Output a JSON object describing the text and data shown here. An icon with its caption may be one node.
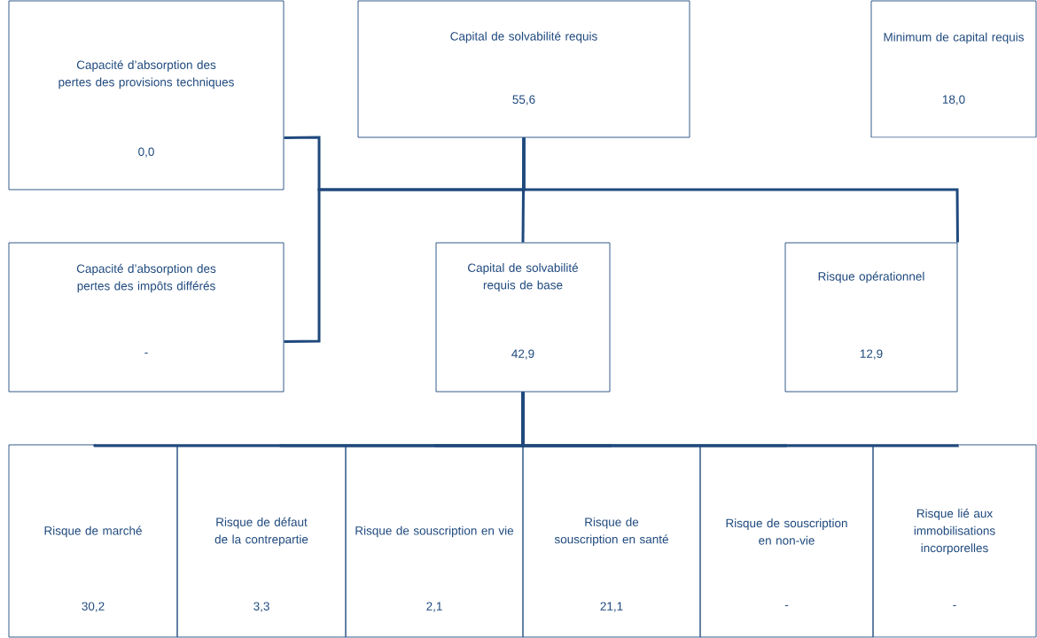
{
  "diagram": {
    "nodes": [
      {
        "text": [
          "Capacité d’absorption des pertes des provisions techniques",
          "0,0"
        ]
      },
      {
        "text": [
          "Capital de solvabilité requis",
          "55,6"
        ]
      },
      {
        "text": [
          "Minimum de capital requis",
          "18,0"
        ]
      },
      {
        "text": [
          "Capacité d’absorption des pertes des impôts différés",
          "-"
        ]
      },
      {
        "text": [
          "Capital de solvabilité requis de base",
          "42,9"
        ]
      },
      {
        "text": [
          "Risque opérationnel",
          "12,9"
        ]
      },
      {
        "text": [
          "Risque de marché",
          "30,2"
        ]
      },
      {
        "text": [
          "Risque de défaut de la contrepartie",
          "3,3"
        ]
      },
      {
        "text": [
          "Risque de souscription en vie",
          "2,1"
        ]
      },
      {
        "text": [
          "Risque de souscription en santé",
          "21,1"
        ]
      },
      {
        "text": [
          "Risque de souscription en non-vie",
          "-"
        ]
      },
      {
        "text": [
          "Risque lié aux immobilisations incorporelles",
          "-"
        ]
      }
    ],
    "edges": [
      {
        "from": 1,
        "to": 4,
        "arrow": "none"
      },
      {
        "from": 1,
        "to": 5,
        "arrow": "none"
      },
      {
        "from": 1,
        "to": 0,
        "arrow": "none"
      },
      {
        "from": 1,
        "to": 3,
        "arrow": "none"
      },
      {
        "from": 4,
        "to": 6,
        "arrow": "none"
      },
      {
        "from": 4,
        "to": 7,
        "arrow": "none"
      },
      {
        "from": 4,
        "to": 8,
        "arrow": "none"
      },
      {
        "from": 4,
        "to": 9,
        "arrow": "none"
      },
      {
        "from": 4,
        "to": 10,
        "arrow": "none"
      },
      {
        "from": 4,
        "to": 11,
        "arrow": "none"
      }
    ]
  }
}
